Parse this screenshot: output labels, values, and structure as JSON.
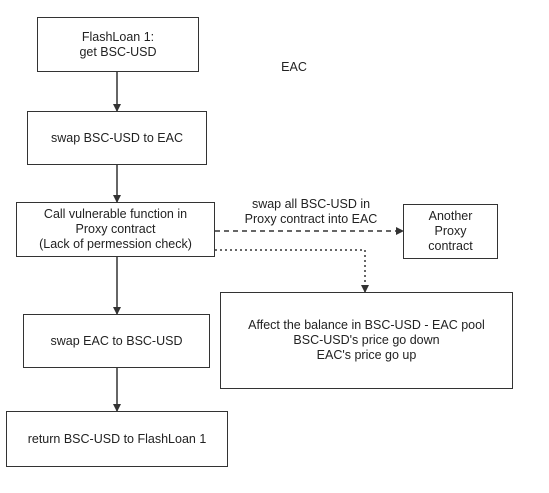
{
  "title": "EAC",
  "nodes": {
    "flashloan": {
      "lines": [
        "FlashLoan 1:",
        "get BSC-USD"
      ]
    },
    "swap_to_eac": {
      "lines": [
        "swap BSC-USD to EAC"
      ]
    },
    "call_vuln": {
      "lines": [
        "Call vulnerable function in",
        "Proxy contract",
        "(Lack of permession check)"
      ]
    },
    "another_proxy": {
      "lines": [
        "Another",
        "Proxy",
        "contract"
      ]
    },
    "swap_to_bscusd": {
      "lines": [
        "swap EAC to BSC-USD"
      ]
    },
    "affect_balance": {
      "lines": [
        "Affect the balance in BSC-USD - EAC pool",
        "BSC-USD's price go down",
        "EAC's price go up"
      ]
    },
    "return_loan": {
      "lines": [
        "return BSC-USD to FlashLoan 1"
      ]
    }
  },
  "edges": {
    "swap_all": {
      "lines": [
        "swap all BSC-USD in",
        "Proxy contract into EAC"
      ]
    }
  },
  "colors": {
    "stroke": "#333333",
    "text": "#222222",
    "background": "#ffffff"
  }
}
